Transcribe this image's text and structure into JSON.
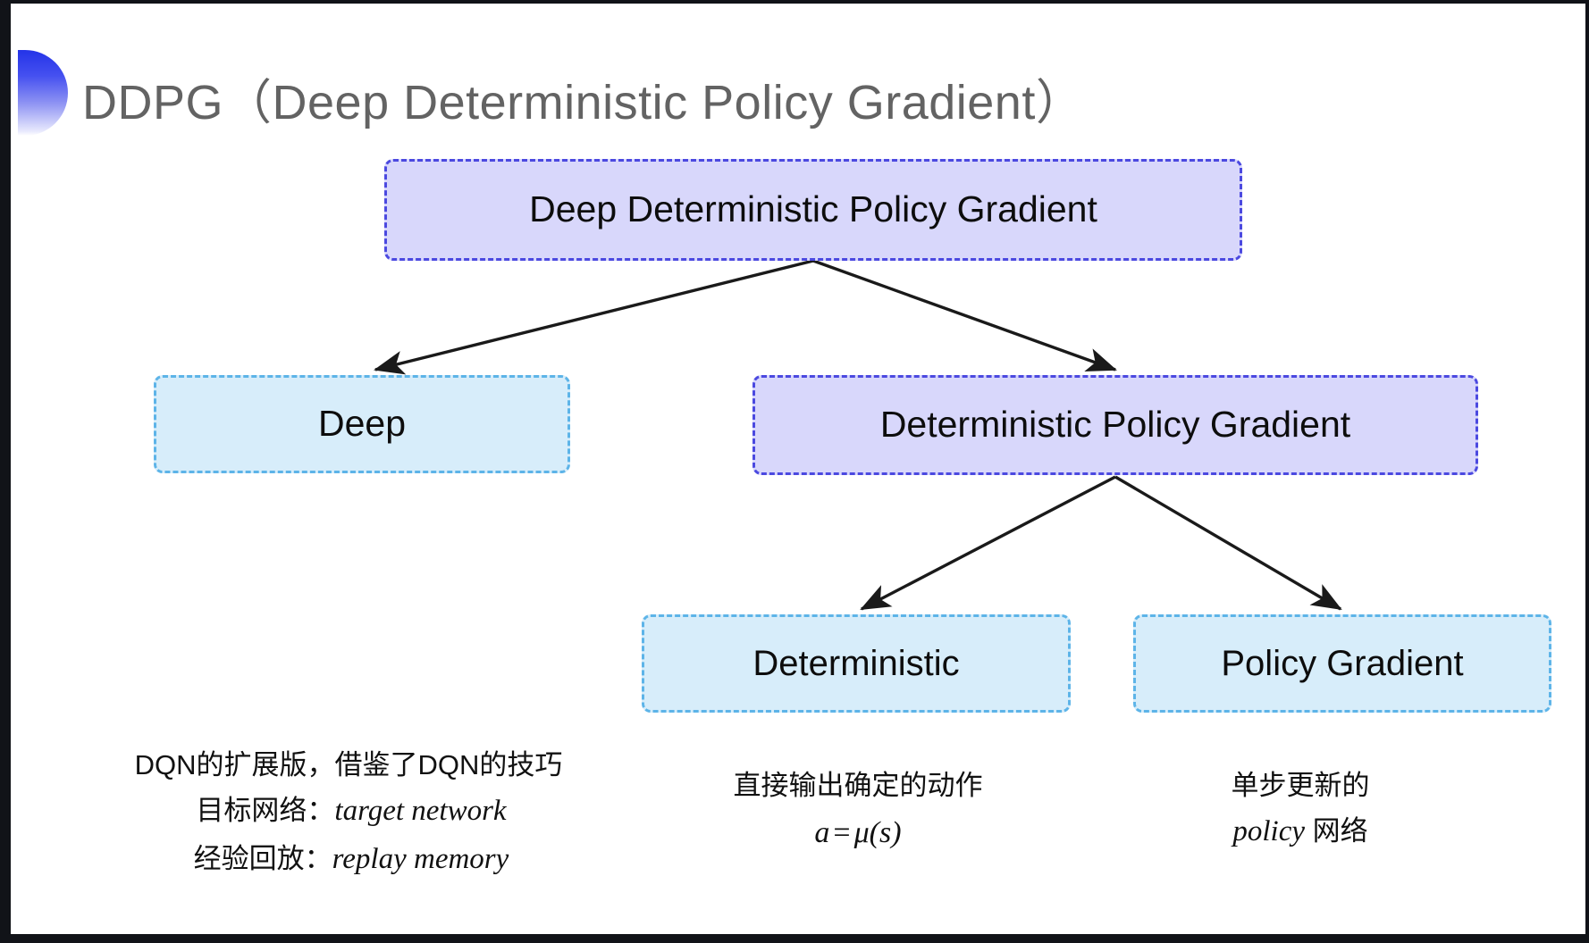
{
  "slide": {
    "title": "DDPG（Deep Deterministic Policy Gradient）",
    "accent_color": "#3a44ea",
    "title_color": "#636363",
    "background": "#ffffff"
  },
  "palette": {
    "purple_fill": "#d8d7fb",
    "purple_border": "#4b49e0",
    "blue_fill": "#d7edfa",
    "blue_border": "#5db4e8",
    "arrow_color": "#1a1a1a"
  },
  "diagram": {
    "nodes": [
      {
        "id": "root",
        "label": "Deep Deterministic Policy Gradient",
        "style": "purple",
        "level": 0
      },
      {
        "id": "deep",
        "label": "Deep",
        "style": "blue",
        "level": 1
      },
      {
        "id": "dpg",
        "label": "Deterministic Policy Gradient",
        "style": "purple",
        "level": 1
      },
      {
        "id": "deterministic",
        "label": "Deterministic",
        "style": "blue",
        "level": 2
      },
      {
        "id": "policy_gradient",
        "label": "Policy Gradient",
        "style": "blue",
        "level": 2
      }
    ],
    "edges": [
      {
        "from": "root",
        "to": "deep"
      },
      {
        "from": "root",
        "to": "dpg"
      },
      {
        "from": "dpg",
        "to": "deterministic"
      },
      {
        "from": "dpg",
        "to": "policy_gradient"
      }
    ]
  },
  "notes": {
    "deep": {
      "line1": "DQN的扩展版，借鉴了DQN的技巧",
      "line2_label": "目标网络：",
      "line2_term": "target network",
      "line3_label": "经验回放：",
      "line3_term": "replay memory"
    },
    "deterministic": {
      "line1": "直接输出确定的动作",
      "formula_lhs": "a",
      "formula_op": "=",
      "formula_rhs": "μ(s)"
    },
    "policy_gradient": {
      "line1": "单步更新的",
      "line2_term": "policy",
      "line2_suffix": " 网络"
    }
  }
}
